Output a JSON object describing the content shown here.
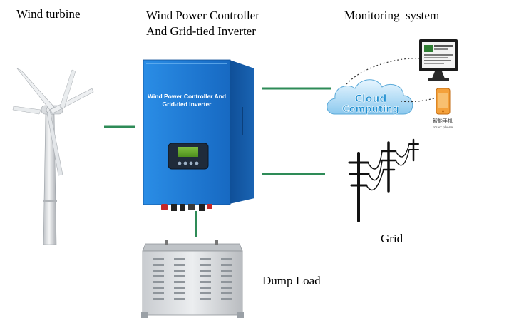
{
  "labels": {
    "wind_turbine": "Wind turbine",
    "controller_line1": "Wind Power Controller",
    "controller_line2": "And Grid-tied Inverter",
    "monitoring": "Monitoring  system",
    "grid": "Grid",
    "dump_load": "Dump Load"
  },
  "device": {
    "panel_line1": "Wind Power Controller And",
    "panel_line2": "Grid-tied Inverter"
  },
  "cloud": {
    "text_line1": "Cloud",
    "text_line2": "Computing"
  },
  "phone": {
    "caption_cn": "智能手机",
    "caption_en": "smart phone"
  },
  "colors": {
    "connector": "#2e8b57",
    "device_blue": "#1e7fd6",
    "cloud_blue": "#2aa3e0"
  }
}
